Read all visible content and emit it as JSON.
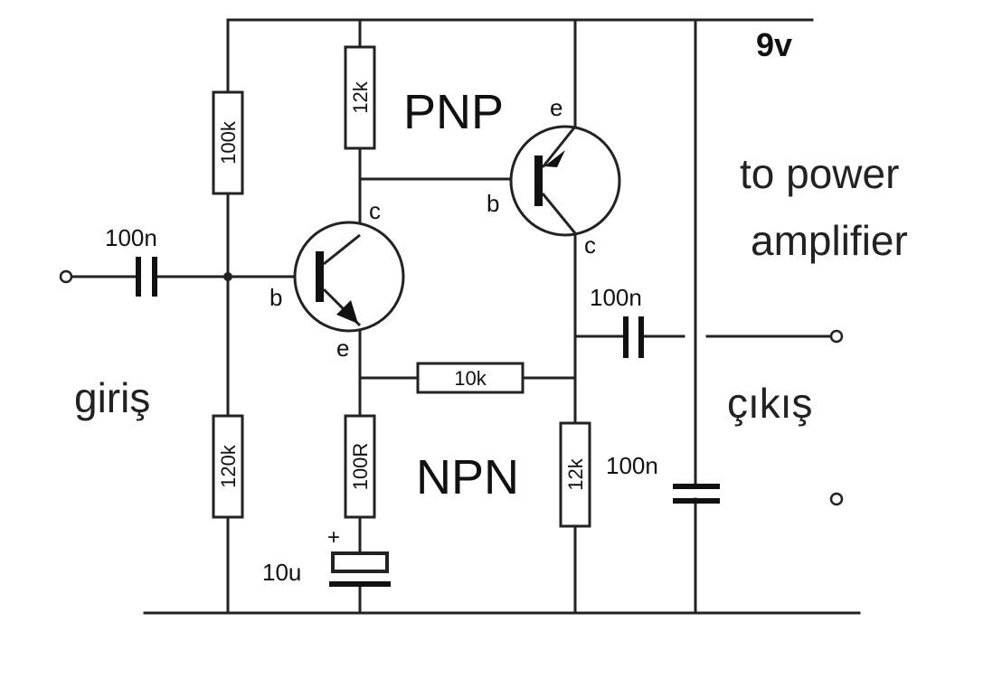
{
  "supply_label": "9v",
  "transistors": {
    "pnp": {
      "type_label": "PNP",
      "pin_e": "e",
      "pin_b": "b",
      "pin_c": "c"
    },
    "npn": {
      "type_label": "NPN",
      "pin_e": "e",
      "pin_b": "b",
      "pin_c": "c"
    }
  },
  "resistors": {
    "r_bias_top": "100k",
    "r_bias_bottom": "120k",
    "r_collector_npn": "12k",
    "r_emitter_npn": "100R",
    "r_feedback": "10k",
    "r_collector_pnp": "12k"
  },
  "capacitors": {
    "c_input": "100n",
    "c_output": "100n",
    "c_supply": "100n",
    "c_emitter": "10u",
    "c_emitter_polarity": "+"
  },
  "labels": {
    "input": "giriş",
    "output": "çıkış",
    "note_line1": "to power",
    "note_line2": "amplifier"
  }
}
